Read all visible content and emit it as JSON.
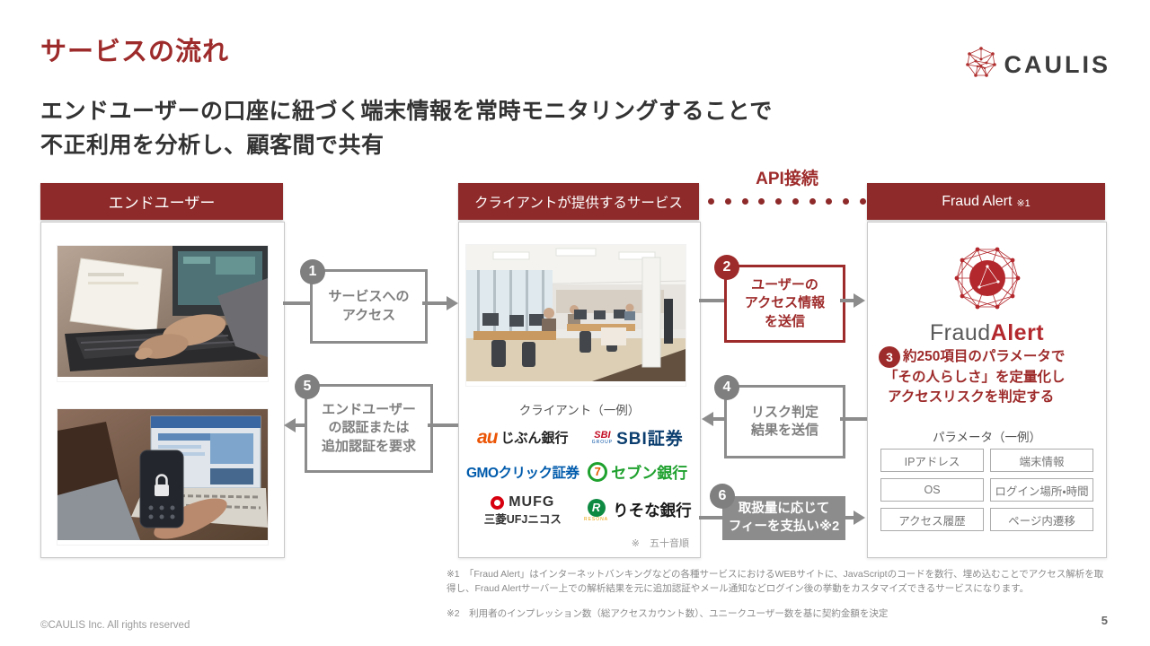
{
  "slide": {
    "title": "サービスの流れ",
    "subtitle1": "エンドユーザーの口座に紐づく端末情報を常時モニタリングすることで",
    "subtitle2": "不正利用を分析し、顧客間で共有",
    "brand": "CAULIS",
    "copyright": "©CAULIS Inc. All rights reserved",
    "page_number": "5"
  },
  "headers": {
    "end_user": "エンドユーザー",
    "client": "クライアントが提供するサービス",
    "fraud": "Fraud Alert",
    "fraud_note": "※1",
    "api": "API接続"
  },
  "steps": {
    "s1": {
      "num": "1",
      "lines": [
        "サービスへの",
        "アクセス"
      ]
    },
    "s2": {
      "num": "2",
      "lines": [
        "ユーザーの",
        "アクセス情報",
        "を送信"
      ]
    },
    "s3": {
      "num": "3",
      "lines": [
        "約250項目のパラメータで",
        "「その人らしさ」を定量化し",
        "アクセスリスクを判定する"
      ]
    },
    "s4": {
      "num": "4",
      "lines": [
        "リスク判定",
        "結果を送信"
      ]
    },
    "s5": {
      "num": "5",
      "lines": [
        "エンドユーザー",
        "の認証または",
        "追加認証を要求"
      ]
    },
    "s6": {
      "num": "6",
      "lines": [
        "取扱量に応じて",
        "フィーを支払い※2"
      ]
    }
  },
  "client": {
    "caption": "クライアント（一例）",
    "order_note": "※　五十音順",
    "logos": {
      "au_mark": "au",
      "au_text": "じぶん銀行",
      "sbi_mark": "SBI",
      "sbi_group": "GROUP",
      "sbi_text": "SBI証券",
      "gmo_text": "GMOクリック証券",
      "seven_mark": "7",
      "seven_text": "セブン銀行",
      "mufg_text": "MUFG",
      "mufg_sub": "三菱UFJニコス",
      "resona_mark": "R",
      "resona_small": "RESONA",
      "resona_text": "りそな銀行"
    }
  },
  "fraud": {
    "brand_gray": "Fraud",
    "brand_red": "Alert",
    "param_caption": "パラメータ（一例）",
    "parameters": [
      "IPアドレス",
      "端末情報",
      "OS",
      "ログイン場所・時間",
      "アクセス履歴",
      "ページ内遷移"
    ]
  },
  "footnotes": {
    "note1": "※1　「Fraud Alert」はインターネットバンキングなどの各種サービスにおけるWEBサイトに、JavaScriptのコードを数行、埋め込むことでアクセス解析を取得し、Fraud Alertサーバー上での解析結果を元に追加認証やメール通知などログイン後の挙動をカスタマイズできるサービスになります。",
    "note2": "※2　利用者のインプレッション数（総アクセスカウント数）、ユニークユーザー数を基に契約金額を決定"
  },
  "colors": {
    "maroon": "#8E2A2A",
    "red": "#9E2B2B",
    "gray": "#8C8C8C"
  }
}
